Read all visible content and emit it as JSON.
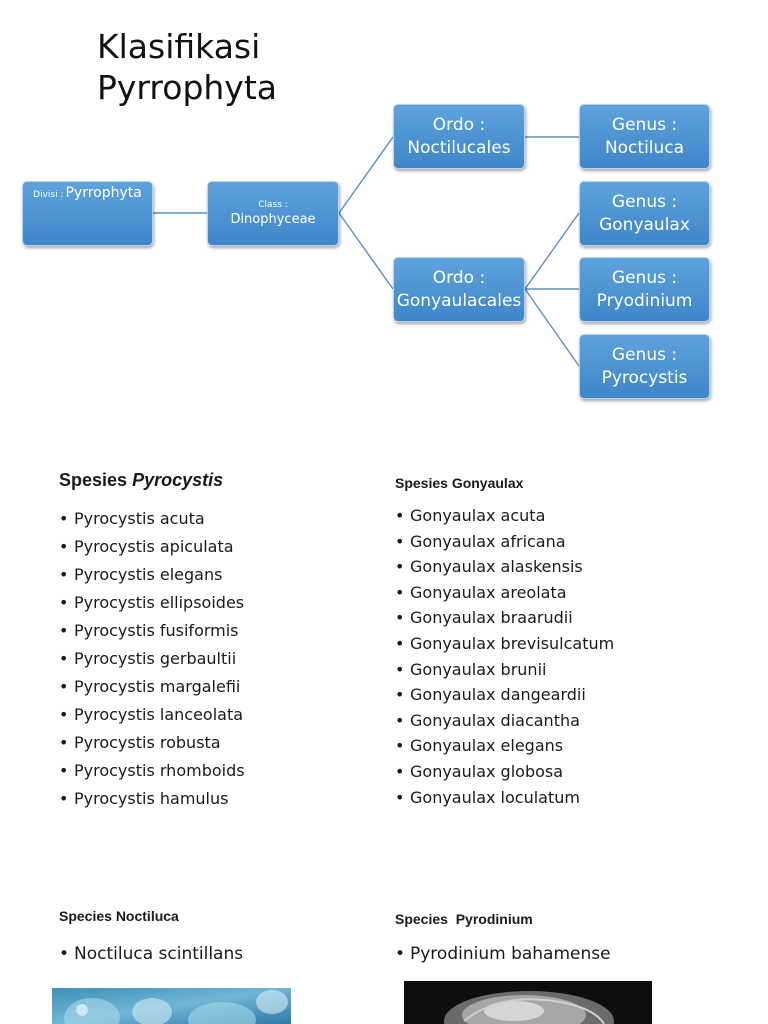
{
  "title": {
    "line1": "Klasifikasi",
    "line2": "Pyrrophyta"
  },
  "diagram": {
    "divisi": {
      "prefix": "Divisi :",
      "name": "Pyrrophyta"
    },
    "class": {
      "prefix": "Class :",
      "name": "Dinophyceae"
    },
    "ordo_noctilucales": {
      "line1": "Ordo :",
      "line2": "Noctilucales"
    },
    "ordo_gonyaulacales": {
      "line1": "Ordo :",
      "line2": "Gonyaulacales"
    },
    "genus_noctiluca": {
      "line1": "Genus :",
      "line2": "Noctiluca"
    },
    "genus_gonyaulax": {
      "line1": "Genus :",
      "line2": "Gonyaulax"
    },
    "genus_pyodinium": {
      "line1": "Genus :",
      "line2": "Pryodinium"
    },
    "genus_pyrocystis": {
      "line1": "Genus :",
      "line2": "Pyrocystis"
    },
    "colors": {
      "box": "#4a90d3",
      "line": "#5b8fc4"
    }
  },
  "sections": {
    "pyrocystis": {
      "heading_prefix": "Spesies",
      "heading_genus": "Pyrocystis",
      "items": [
        "Pyrocystis acuta",
        "Pyrocystis apiculata",
        "Pyrocystis elegans",
        "Pyrocystis ellipsoides",
        "Pyrocystis fusiformis",
        "Pyrocystis gerbaultii",
        "Pyrocystis margalefii",
        "Pyrocystis lanceolata",
        "Pyrocystis robusta",
        "Pyrocystis rhomboids",
        "Pyrocystis hamulus"
      ]
    },
    "gonyaulax": {
      "heading": "Spesies Gonyaulax",
      "items": [
        "Gonyaulax acuta",
        "Gonyaulax africana",
        "Gonyaulax alaskensis",
        "Gonyaulax areolata",
        "Gonyaulax braarudii",
        "Gonyaulax brevisulcatum",
        "Gonyaulax brunii",
        "Gonyaulax dangeardii",
        "Gonyaulax diacantha",
        "Gonyaulax elegans",
        "Gonyaulax globosa",
        "Gonyaulax loculatum"
      ]
    },
    "noctiluca": {
      "heading": "Species Noctiluca",
      "items": [
        "Noctiluca scintillans"
      ]
    },
    "pyrodinium": {
      "heading": "Species  Pyrodinium",
      "items": [
        "Pyrodinium bahamense"
      ]
    }
  }
}
